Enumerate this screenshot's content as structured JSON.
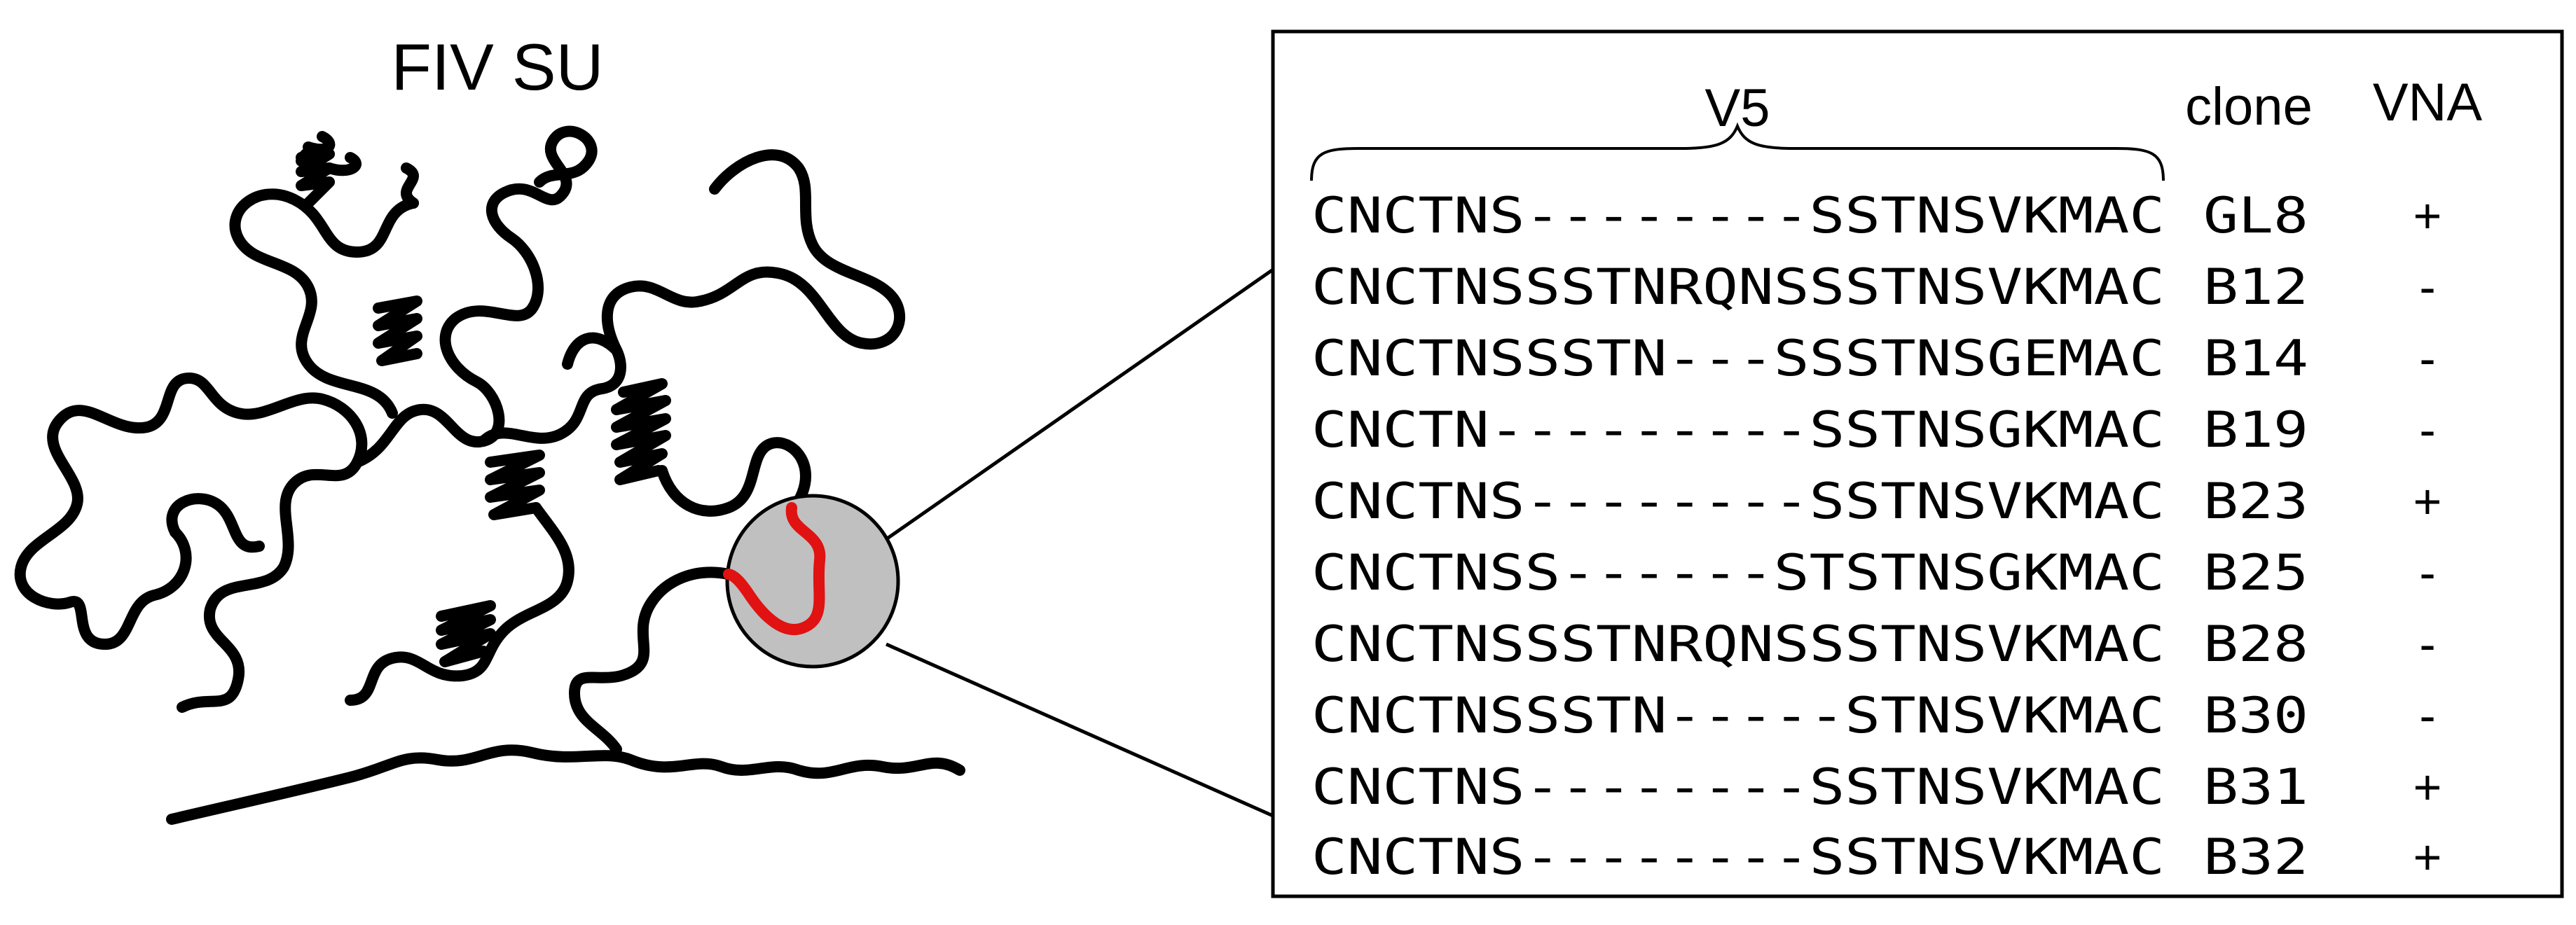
{
  "figure": {
    "title": "FIV SU",
    "colors": {
      "stroke": "#000000",
      "highlight_circle": "#c0c0c0",
      "v5_loop": "#e11212"
    },
    "table": {
      "region_label": "V5",
      "headers": {
        "clone": "clone",
        "vna": "VNA"
      },
      "rows": [
        {
          "sequence": "CNCTNS--------SSTNSVKMAC",
          "clone": "GL8",
          "vna": "+"
        },
        {
          "sequence": "CNCTNSSSTNRQNSSSTNSVKMAC",
          "clone": "B12",
          "vna": "-"
        },
        {
          "sequence": "CNCTNSSSTN---SSSTNSGEMAC",
          "clone": "B14",
          "vna": "-"
        },
        {
          "sequence": "CNCTN---------SSTNSGKMAC",
          "clone": "B19",
          "vna": "-"
        },
        {
          "sequence": "CNCTNS--------SSTNSVKMAC",
          "clone": "B23",
          "vna": "+"
        },
        {
          "sequence": "CNCTNSS------STSTNSGKMAC",
          "clone": "B25",
          "vna": "-"
        },
        {
          "sequence": "CNCTNSSSTNRQNSSSTNSVKMAC",
          "clone": "B28",
          "vna": "-"
        },
        {
          "sequence": "CNCTNSSSTN-----STNSVKMAC",
          "clone": "B30",
          "vna": "-"
        },
        {
          "sequence": "CNCTNS--------SSTNSVKMAC",
          "clone": "B31",
          "vna": "+"
        },
        {
          "sequence": "CNCTNS--------SSTNSVKMAC",
          "clone": "B32",
          "vna": "+"
        }
      ]
    }
  }
}
